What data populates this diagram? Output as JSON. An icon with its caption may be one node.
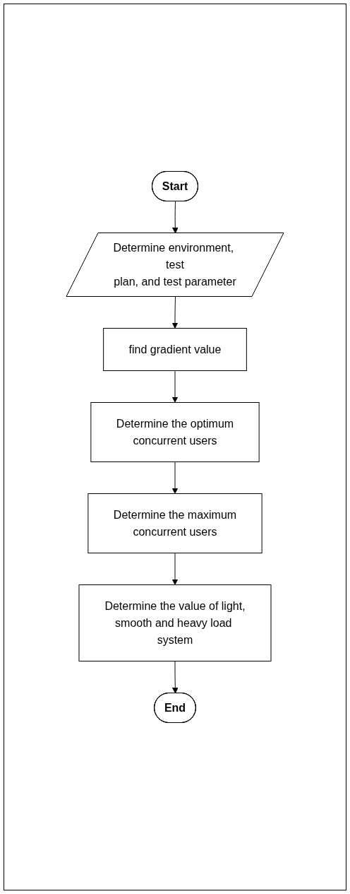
{
  "diagram": {
    "nodes": [
      {
        "text": [
          "Start"
        ]
      },
      {
        "text": [
          "Determine environment, test plan, and test parameter"
        ]
      },
      {
        "text": [
          "find gradient value"
        ]
      },
      {
        "text": [
          "Determine the optimum concurrent users"
        ]
      },
      {
        "text": [
          "Determine the maximum concurrent users"
        ]
      },
      {
        "text": [
          "Determine the value of light, smooth and heavy load system"
        ]
      },
      {
        "text": [
          "End"
        ]
      }
    ],
    "edges": [
      {
        "from": 0,
        "to": 1,
        "arrow": "to"
      },
      {
        "from": 1,
        "to": 2,
        "arrow": "to"
      },
      {
        "from": 2,
        "to": 3,
        "arrow": "to"
      },
      {
        "from": 3,
        "to": 4,
        "arrow": "to"
      },
      {
        "from": 4,
        "to": 5,
        "arrow": "to"
      },
      {
        "from": 5,
        "to": 6,
        "arrow": "to"
      }
    ]
  }
}
